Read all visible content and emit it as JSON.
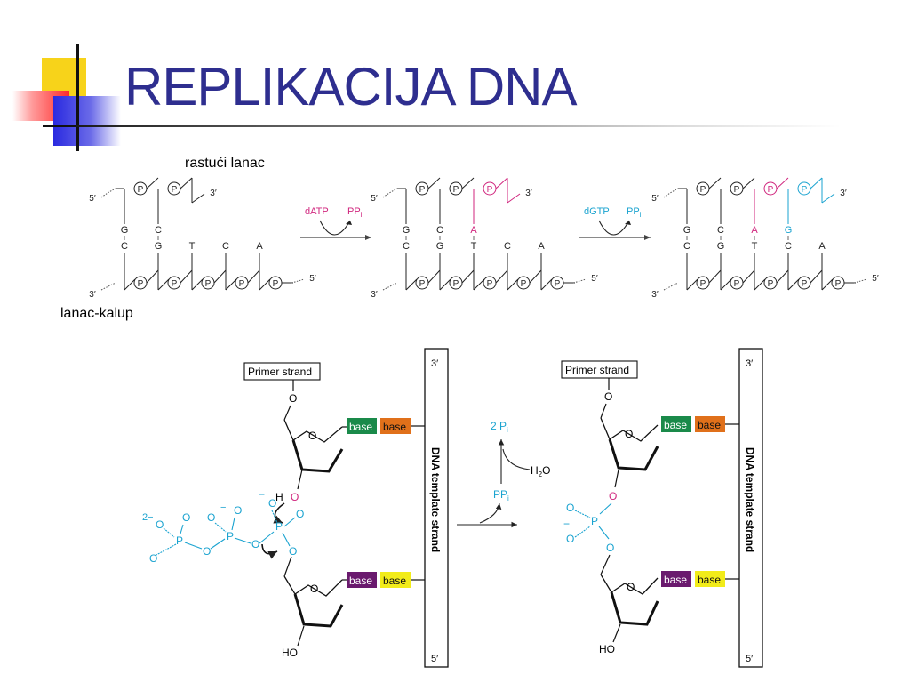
{
  "slide": {
    "title": "REPLIKACIJA DNA"
  },
  "top_diagram": {
    "growing_strand_label": "rastući lanac",
    "template_strand_label": "lanac-kalup",
    "prime5": "5′",
    "prime3": "3′",
    "phosphate": "P",
    "reagents": [
      {
        "label": "dATP",
        "color": "#d0267e"
      },
      {
        "label": "dGTP",
        "color": "#1aa3d0"
      }
    ],
    "pyrophosphate": "PP",
    "pyro_sub": "i",
    "panel1": {
      "primer_bases": [
        "G",
        "C"
      ],
      "template_bases": [
        "C",
        "G",
        "T",
        "C",
        "A"
      ]
    },
    "panel2": {
      "primer_bases": [
        "G",
        "C",
        "A"
      ],
      "template_bases": [
        "C",
        "G",
        "T",
        "C",
        "A"
      ]
    },
    "panel3": {
      "primer_bases": [
        "G",
        "C",
        "A",
        "G"
      ],
      "template_bases": [
        "C",
        "G",
        "T",
        "C",
        "A"
      ]
    }
  },
  "bottom_diagram": {
    "primer_strand_label": "Primer strand",
    "template_strand_label": "DNA template strand",
    "prime5": "5′",
    "prime3": "3′",
    "base_label": "base",
    "base_colors": {
      "green": "#1a8a4a",
      "orange": "#e0701a",
      "purple": "#6a1a6e",
      "yellow": "#f2ec1a"
    },
    "pi_label": "2 P",
    "ppi_label": "PP",
    "h2o_label": "H",
    "ho_label": "HO",
    "h_label": "H",
    "o_label": "O",
    "p_label": "P",
    "charge_2minus": "2−",
    "charge_minus": "−",
    "sub_i": "i",
    "sub_2": "2",
    "h2o_o": "O"
  },
  "colors": {
    "title": "#2e2e8f",
    "magenta": "#d0267e",
    "cyan": "#1aa3d0"
  }
}
